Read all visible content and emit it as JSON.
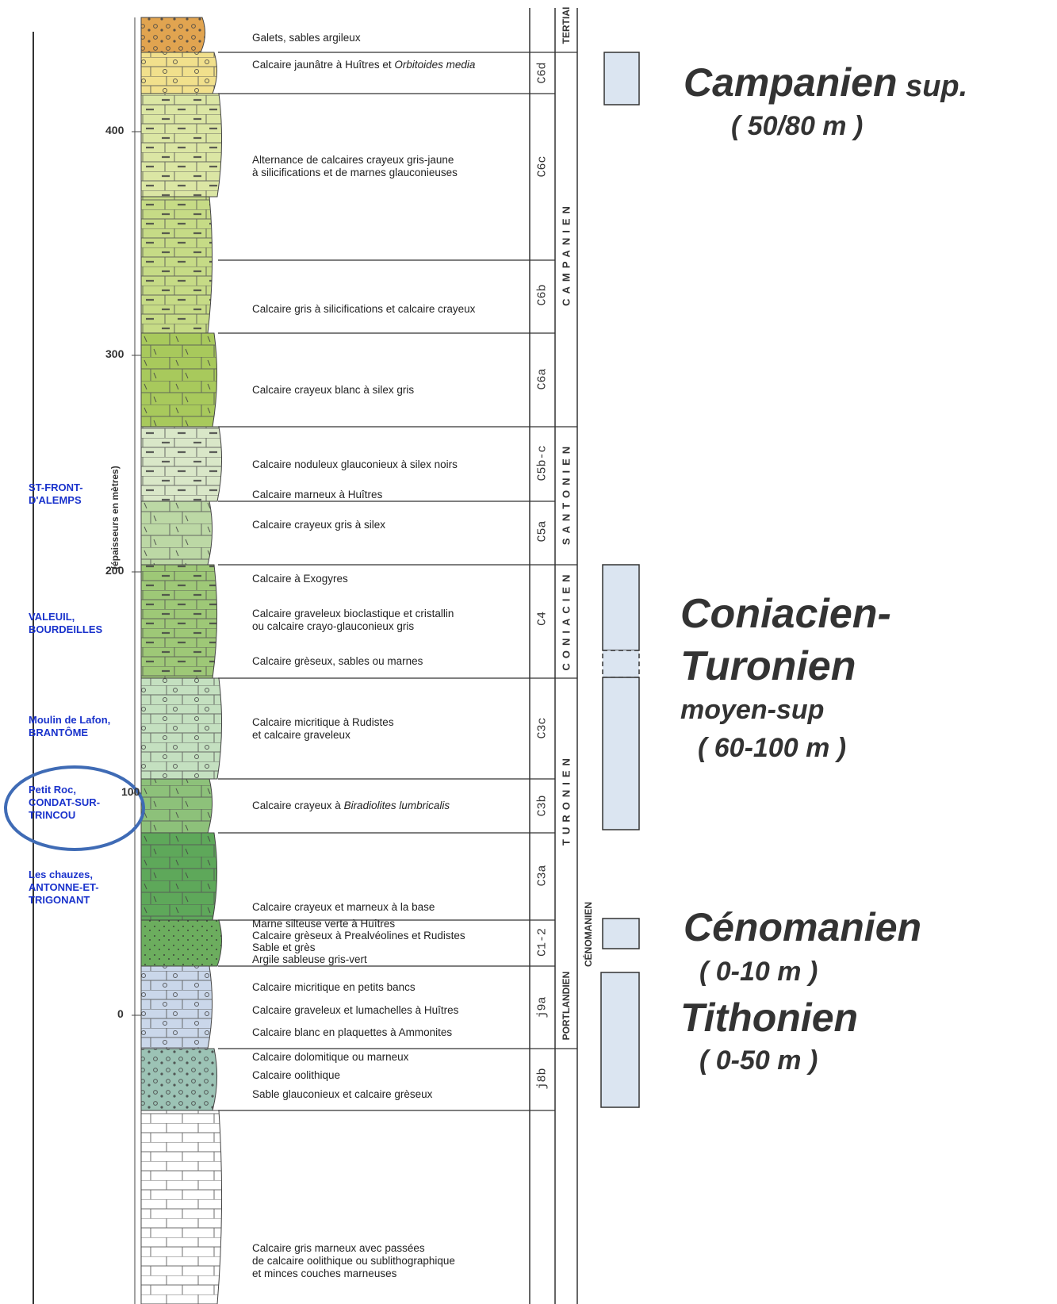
{
  "axis": {
    "label": "(épaisseurs en mètres)",
    "ticks": [
      "400",
      "300",
      "200",
      "100",
      "0"
    ]
  },
  "layers": [
    {
      "name": "Galets, sables argileux",
      "color": "#e1a450"
    },
    {
      "name": "C6d",
      "color": "#f1e08c"
    },
    {
      "name": "C6c",
      "color": "#dbe6a4"
    },
    {
      "name": "C6b",
      "color": "#c6db86"
    },
    {
      "name": "C6a",
      "color": "#a8c95c"
    },
    {
      "name": "C5b-c",
      "color": "#d9e7c8"
    },
    {
      "name": "C5a",
      "color": "#bcd8a5"
    },
    {
      "name": "C4",
      "color": "#9ec877"
    },
    {
      "name": "C3c",
      "color": "#c4e0c0"
    },
    {
      "name": "C3b",
      "color": "#8dc17a"
    },
    {
      "name": "C3a",
      "color": "#5ea85a"
    },
    {
      "name": "C1-2",
      "color": "#6cad5e"
    },
    {
      "name": "j9a",
      "color": "#cad7ea"
    },
    {
      "name": "j8b",
      "color": "#9cc3b5"
    },
    {
      "name": "lower",
      "color": "#ffffff"
    }
  ],
  "descriptions": [
    {
      "id": "galets",
      "parts": [
        {
          "t": "Galets, sables argileux"
        }
      ]
    },
    {
      "id": "c6d",
      "parts": [
        {
          "t": "Calcaire jaunâtre à Huîtres et "
        },
        {
          "t": "Orbitoides media",
          "i": true
        }
      ]
    },
    {
      "id": "c6c",
      "parts": [
        {
          "t": "Alternance de calcaires crayeux gris-jaune"
        },
        {
          "br": true
        },
        {
          "t": "à silicifications et de marnes glauconieuses"
        }
      ]
    },
    {
      "id": "c6b",
      "parts": [
        {
          "t": "Calcaire gris à silicifications et calcaire crayeux"
        }
      ]
    },
    {
      "id": "c6a",
      "parts": [
        {
          "t": "Calcaire crayeux blanc à silex gris"
        }
      ]
    },
    {
      "id": "c5bc-1",
      "parts": [
        {
          "t": "Calcaire noduleux glauconieux à silex noirs"
        }
      ]
    },
    {
      "id": "c5bc-2",
      "parts": [
        {
          "t": "Calcaire marneux à Huîtres"
        }
      ]
    },
    {
      "id": "c5a",
      "parts": [
        {
          "t": "Calcaire crayeux gris à silex"
        }
      ]
    },
    {
      "id": "c4-1",
      "parts": [
        {
          "t": "Calcaire à Exogyres"
        }
      ]
    },
    {
      "id": "c4-2",
      "parts": [
        {
          "t": "Calcaire graveleux bioclastique et cristallin"
        },
        {
          "br": true
        },
        {
          "t": "ou calcaire crayo-glauconieux gris"
        }
      ]
    },
    {
      "id": "c4-3",
      "parts": [
        {
          "t": "Calcaire grèseux, sables ou marnes"
        }
      ]
    },
    {
      "id": "c3c",
      "parts": [
        {
          "t": "Calcaire micritique à Rudistes"
        },
        {
          "br": true
        },
        {
          "t": "et calcaire graveleux"
        }
      ]
    },
    {
      "id": "c3b",
      "parts": [
        {
          "t": "Calcaire crayeux à "
        },
        {
          "t": "Biradiolites lumbricalis",
          "i": true
        }
      ]
    },
    {
      "id": "c3a",
      "parts": [
        {
          "t": "Calcaire crayeux et marneux à la base"
        }
      ]
    },
    {
      "id": "c12-1",
      "parts": [
        {
          "t": "Marne silteuse verte à Huîtres"
        }
      ]
    },
    {
      "id": "c12-2",
      "parts": [
        {
          "t": "Calcaire grèseux à Prealvéolines et Rudistes"
        }
      ]
    },
    {
      "id": "c12-3",
      "parts": [
        {
          "t": "Sable et grès"
        }
      ]
    },
    {
      "id": "c12-4",
      "parts": [
        {
          "t": "Argile sableuse gris-vert"
        }
      ]
    },
    {
      "id": "j9a-1",
      "parts": [
        {
          "t": "Calcaire micritique en petits bancs"
        }
      ]
    },
    {
      "id": "j9a-2",
      "parts": [
        {
          "t": "Calcaire graveleux et lumachelles à Huîtres"
        }
      ]
    },
    {
      "id": "j9a-3",
      "parts": [
        {
          "t": "Calcaire blanc en plaquettes à Ammonites"
        }
      ]
    },
    {
      "id": "j8b-1",
      "parts": [
        {
          "t": "Calcaire dolomitique ou marneux"
        }
      ]
    },
    {
      "id": "j8b-2",
      "parts": [
        {
          "t": "Calcaire oolithique"
        }
      ]
    },
    {
      "id": "j8b-3",
      "parts": [
        {
          "t": "Sable glauconieux et calcaire grèseux"
        }
      ]
    },
    {
      "id": "lower",
      "parts": [
        {
          "t": "Calcaire gris marneux avec passées"
        },
        {
          "br": true
        },
        {
          "t": "de calcaire oolithique ou sublithographique"
        },
        {
          "br": true
        },
        {
          "t": "et minces couches marneuses"
        }
      ]
    }
  ],
  "units": [
    "C6d",
    "C6c",
    "C6b",
    "C6a",
    "C5b-c",
    "C5a",
    "C4",
    "C3c",
    "C3b",
    "C3a",
    "C1-2",
    "j9a",
    "j8b"
  ],
  "stages": [
    "TERTIAI",
    "CAMPANIEN",
    "SANTONIEN",
    "CONIACIEN",
    "TURONIEN",
    "CÉNOMANIEN",
    "PORTLANDIEN"
  ],
  "localities": [
    {
      "text": "ST-FRONT-\nD'ALEMPS"
    },
    {
      "text": "VALEUIL,\nBOURDEILLES"
    },
    {
      "text": "Moulin de Lafon,\nBRANTÔME"
    },
    {
      "text": "Petit Roc,\nCONDAT-SUR-\nTRINCOU"
    },
    {
      "text": "Les chauzes,\nANTONNE-ET-\nTRIGONANT"
    }
  ],
  "big_labels": {
    "campanien": "Campanien",
    "campanien_sup": " sup.",
    "campanien_thick": "( 50/80 m )",
    "coniacien": "Coniacien-",
    "turonien": "Turonien",
    "moyen": "moyen-sup",
    "coniacien_thick": "( 60-100 m )",
    "cenomanien": "Cénomanien",
    "cenomanien_thick": "( 0-10 m )",
    "tithonien": "Tithonien",
    "tithonien_thick": "( 0-50 m )"
  },
  "colors": {
    "accent_blue": "#1a33cc",
    "bar_fill": "#dbe5f1",
    "circle": "#3f6bb5",
    "ink": "#333333"
  }
}
